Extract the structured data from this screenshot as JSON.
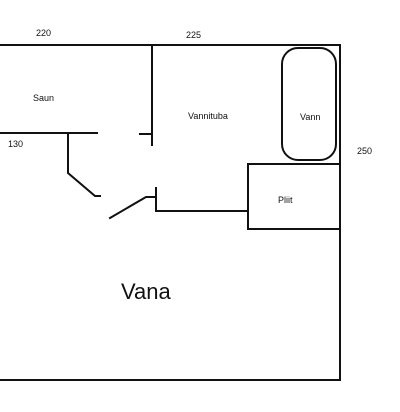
{
  "dimensions": {
    "top_left": "220",
    "top_right": "225",
    "left_side": "130",
    "right_side": "250"
  },
  "rooms": {
    "saun": "Saun",
    "vannituba": "Vannituba",
    "vann": "Vann",
    "pliit": "Pliit",
    "vana": "Vana"
  },
  "colors": {
    "line": "#111111",
    "background": "#ffffff"
  }
}
